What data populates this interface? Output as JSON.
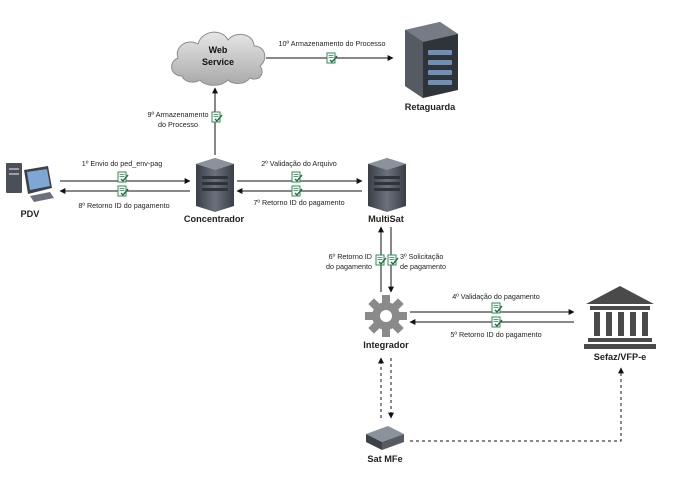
{
  "nodes": {
    "web_service": "Web Service",
    "retaguarda": "Retaguarda",
    "pdv": "PDV",
    "concentrador": "Concentrador",
    "multisat": "MultiSat",
    "integrador": "Integrador",
    "sefaz": "Sefaz/VFP-e",
    "sat_mfe": "Sat MFe"
  },
  "steps": {
    "s1": "1º Envio do ped_env-pag",
    "s2": "2º Validação do Arquivo",
    "s3": [
      "3º Solicitação",
      "de pagamento"
    ],
    "s4": "4º Validação do pagamento",
    "s5": "5º Retorno ID do pagamento",
    "s6": [
      "6º Retorno ID",
      "do pagamento"
    ],
    "s7": "7º Retorno ID do pagamento",
    "s8": "8º Retorno ID do pagamento",
    "s9": [
      "9º Armazenamento",
      "do Processo"
    ],
    "s10": "10º Armazenamento do Processo"
  },
  "icon_names": [
    "cloud-icon",
    "server-icon",
    "computer-icon",
    "gear-icon",
    "bank-icon",
    "device-icon",
    "document-icon"
  ],
  "colors": {
    "doc_green": "#2e8b57",
    "server_dark": "#4a4f58",
    "db_blue": "#6f8fb5",
    "gear_gray": "#8a8a8a",
    "arrow": "#111111"
  }
}
